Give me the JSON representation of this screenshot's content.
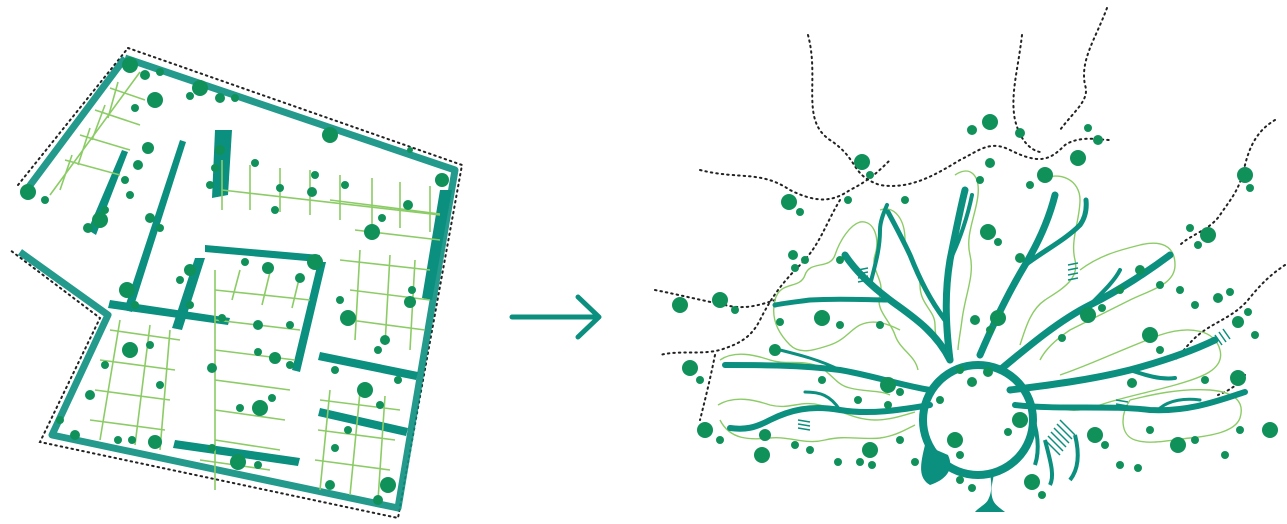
{
  "diagram": {
    "panels": [
      {
        "id": "before",
        "description_name": "grid-layout-plan"
      },
      {
        "id": "after",
        "description_name": "radial-layout-plan"
      }
    ],
    "connector": {
      "icon": "arrow-right-icon"
    }
  },
  "colors": {
    "teal_primary": "#0b8f7f",
    "tree_green": "#11915a",
    "path_light_green": "#8ccc66",
    "boundary_dots": "#222222",
    "background": "#ffffff"
  }
}
